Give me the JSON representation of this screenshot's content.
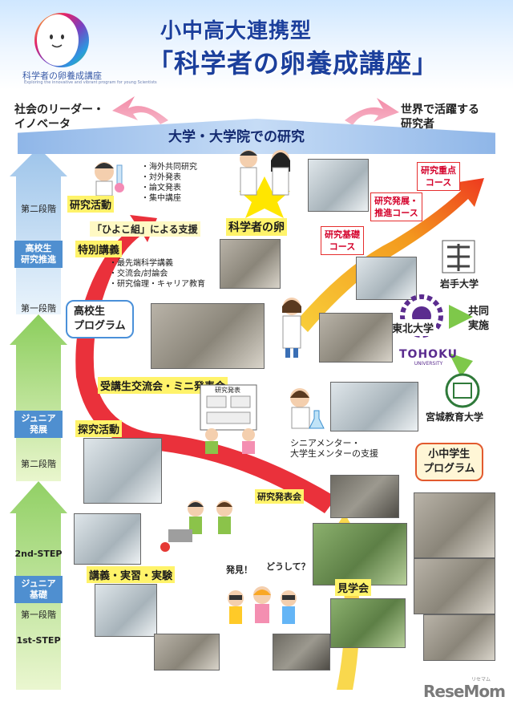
{
  "header": {
    "title_line1": "小中高大連携型",
    "title_line2": "「科学者の卵養成講座」",
    "logo_name": "科学者の卵養成講座",
    "logo_tagline": "Exploring the innovative and vibrant program for young Scientists"
  },
  "goals": {
    "left_line1": "社会のリーダー・",
    "left_line2": "イノベータ",
    "right_line1": "世界で活躍する",
    "right_line2": "研究者"
  },
  "university": {
    "label": "大学・大学院での研究"
  },
  "stages": {
    "s1": "第二段階",
    "s2_line1": "高校生",
    "s2_line2": "研究推進",
    "s3": "第一段階",
    "s4_line1": "ジュニア",
    "s4_line2": "発展",
    "s5": "第二段階",
    "s6": "2nd-STEP",
    "s7_line1": "ジュニア",
    "s7_line2": "基礎",
    "s8": "第一段階",
    "s9": "1st-STEP"
  },
  "research": {
    "label": "研究活動",
    "bullets": [
      "・海外共同研究",
      "・対外発表",
      "・論文発表",
      "・集中講座"
    ]
  },
  "egg": {
    "label": "科学者の卵"
  },
  "hiyoko": {
    "label": "「ひよこ組」による支援"
  },
  "special": {
    "label": "特別講義",
    "bullets": [
      "・最先端科学講義",
      "・交流会/討論会",
      "・研究倫理・キャリア教育"
    ]
  },
  "high_school_program": {
    "line1": "高校生",
    "line2": "プログラム"
  },
  "courses": {
    "basic_line1": "研究基礎",
    "basic_line2": "コース",
    "advance_line1": "研究発展・",
    "advance_line2": "推進コース",
    "priority_line1": "研究重点",
    "priority_line2": "コース"
  },
  "universities": {
    "iwate": "岩手大学",
    "tohoku": "東北大学",
    "tohoku_en": "TOHOKU",
    "tohoku_en_sub": "UNIVERSITY",
    "miyagi": "宮城教育大学",
    "joint_line1": "共同",
    "joint_line2": "実施"
  },
  "exchange": {
    "label": "受講生交流会・ミニ発表会"
  },
  "inquiry": {
    "label": "探究活動"
  },
  "poster": {
    "title": "研究発表"
  },
  "mentor": {
    "line1": "シニアメンター・",
    "line2": "大学生メンターの支援"
  },
  "jr_program": {
    "line1": "小中学生",
    "line2": "プログラム"
  },
  "presentation": {
    "label": "研究発表会"
  },
  "lecture": {
    "label": "講義・実習・実験"
  },
  "visit": {
    "label": "見学会"
  },
  "kids": {
    "bubble1": "発見！",
    "bubble2": "どうして？"
  },
  "watermark": {
    "text": "ReseMom",
    "ruby": "リセマム"
  },
  "colors": {
    "title_blue": "#1b3f9c",
    "arrow_red": "#e8202a",
    "arrow_orange": "#f39a1e",
    "yellow": "#fff36a",
    "green": "#7ec84a"
  }
}
